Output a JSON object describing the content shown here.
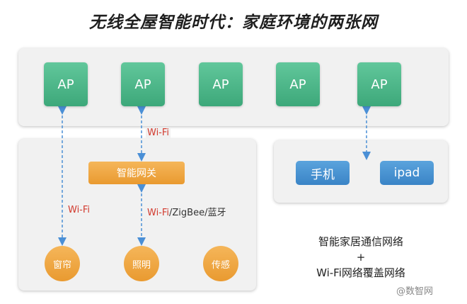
{
  "title": "无线全屋智能时代：家庭环境的两张网",
  "aps": [
    "AP",
    "AP",
    "AP",
    "AP",
    "AP"
  ],
  "gateway": "智能网关",
  "devices": {
    "phone": "手机",
    "ipad": "ipad"
  },
  "endpoints": [
    "窗帘",
    "照明",
    "传感"
  ],
  "links": {
    "ap_to_gateway": "Wi-Fi",
    "ap_to_curtain": "Wi-Fi",
    "gateway_prefix": "Wi-Fi",
    "gateway_rest": "/ZigBee/蓝牙"
  },
  "caption": {
    "line1": "智能家居通信网络",
    "plus": "+",
    "line2": "Wi-Fi网络覆盖网络"
  },
  "watermark": "@数智网",
  "colors": {
    "ap": "#4db88a",
    "orange": "#ef a83f",
    "blue": "#4a94d2",
    "arrow": "#4a8fd6",
    "label_red": "#d23a2e"
  }
}
